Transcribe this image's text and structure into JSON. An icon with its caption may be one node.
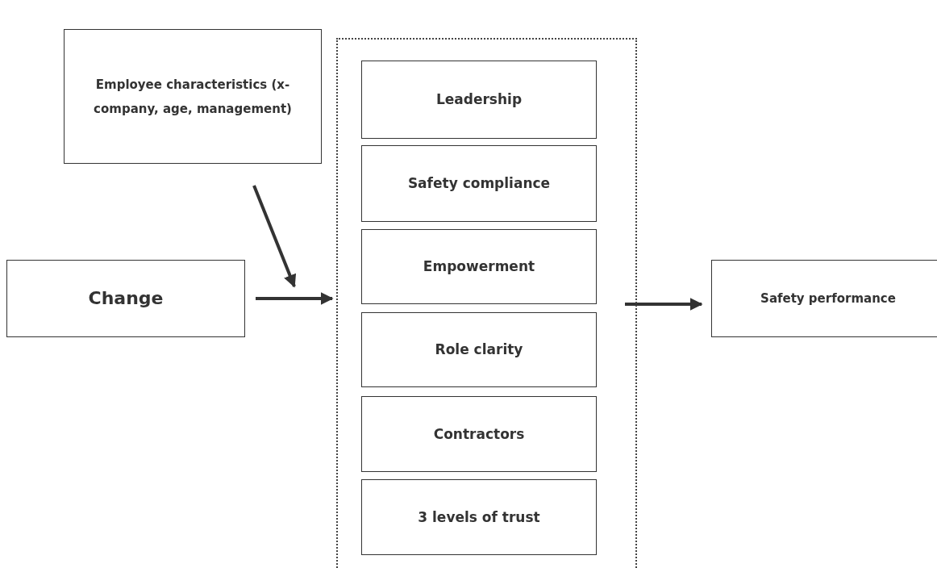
{
  "diagram": {
    "nodes": [
      {
        "text": [
          "Employee characteristics (x-company, age, management)"
        ]
      },
      {
        "text": [
          "Change"
        ]
      },
      {
        "text": [],
        "shape": "box"
      },
      {
        "text": [
          "Leadership"
        ],
        "in": 2
      },
      {
        "text": [
          "Safety compliance"
        ],
        "in": 2
      },
      {
        "text": [
          "Empowerment"
        ],
        "in": 2
      },
      {
        "text": [
          "Role clarity"
        ],
        "in": 2
      },
      {
        "text": [
          "Contractors"
        ],
        "in": 2
      },
      {
        "text": [
          "3 levels of trust"
        ],
        "in": 2
      },
      {
        "text": [
          "Safety performance"
        ]
      }
    ],
    "edges": [
      {
        "from": 0,
        "to": null,
        "arrow": "to"
      },
      {
        "from": 1,
        "to": 2,
        "arrow": "to"
      },
      {
        "from": 2,
        "to": 9,
        "arrow": "to"
      }
    ]
  }
}
